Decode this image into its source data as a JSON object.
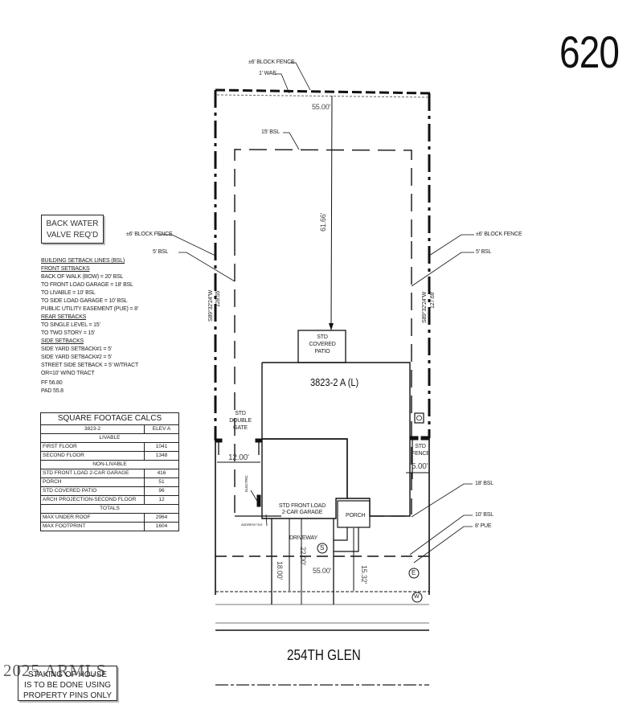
{
  "lot_number": "620",
  "street_name": "254TH GLEN",
  "house_plan_label": "3823-2 A (L)",
  "back_water_note": [
    "BACK WATER",
    "VALVE REQ'D"
  ],
  "setback_notes": [
    {
      "text": "BUILDING SETBACK LINES (BSL)",
      "underline": true
    },
    {
      "text": "FRONT SETBACKS",
      "underline": true
    },
    {
      "text": "BACK OF WALK (BOW) = 20' BSL",
      "underline": false
    },
    {
      "text": "TO FRONT LOAD GARAGE = 18' BSL",
      "underline": false
    },
    {
      "text": "TO LIVABLE = 10' BSL",
      "underline": false
    },
    {
      "text": "TO SIDE LOAD GARAGE = 10' BSL",
      "underline": false
    },
    {
      "text": "PUBLIC UTILITY EASEMENT (PUE) = 8'",
      "underline": false
    },
    {
      "text": "REAR SETBACKS",
      "underline": true
    },
    {
      "text": "TO SINGLE LEVEL = 15'",
      "underline": false
    },
    {
      "text": "TO TWO STORY    = 15'",
      "underline": false
    },
    {
      "text": "SIDE SETBACKS",
      "underline": true
    },
    {
      "text": "SIDE YARD SETBACK#1 = 5'",
      "underline": false
    },
    {
      "text": "SIDE YARD SETBACK#2 = 5'",
      "underline": false
    },
    {
      "text": "STREET SIDE SETBACK = 5' W/TRACT",
      "underline": false
    },
    {
      "text": "OR=10' W/NO TRACT",
      "underline": false
    }
  ],
  "elevations": {
    "ff": "FF 56.80",
    "pad": "PAD 55.8"
  },
  "square_footage": {
    "title": "SQUARE FOOTAGE CALCS",
    "plan": "3823-2",
    "elevation": "ELEV A",
    "sections": [
      {
        "heading": "LIVABLE",
        "rows": [
          {
            "label": "FIRST FLOOR",
            "value": "1041"
          },
          {
            "label": "SECOND FLOOR",
            "value": "1348"
          }
        ]
      },
      {
        "heading": "NON-LIVABLE",
        "rows": [
          {
            "label": "STD FRONT LOAD 2-CAR GARAGE",
            "value": "416"
          },
          {
            "label": "PORCH",
            "value": "51"
          },
          {
            "label": "STD COVERED PATIO",
            "value": "96"
          },
          {
            "label": "ARCH PROJECTION-SECOND FLOOR",
            "value": "12"
          }
        ]
      },
      {
        "heading": "TOTALS",
        "rows": [
          {
            "label": "MAX UNDER ROOF",
            "value": "2964"
          },
          {
            "label": "MAX FOOTPRINT",
            "value": "1604"
          }
        ]
      }
    ]
  },
  "callouts": {
    "top_block_fence": "±6' BLOCK FENCE",
    "wae": "1' WAE",
    "rear_bsl": "15' BSL",
    "left_block_fence": "±6' BLOCK FENCE",
    "left_bsl": "5' BSL",
    "right_block_fence": "±6' BLOCK FENCE",
    "right_bsl": "5' BSL",
    "front_bsl_18": "18' BSL",
    "front_bsl_10": "10' BSL",
    "pue": "8' PUE",
    "address_tile": "ADDRESS TILE",
    "electric": "ELECTRIC"
  },
  "labels": {
    "covered_patio": [
      "STD",
      "COVERED",
      "PATIO"
    ],
    "double_gate": [
      "STD",
      "DOUBLE",
      "GATE"
    ],
    "std_fence": [
      "STD",
      "FENCE"
    ],
    "garage": [
      "STD FRONT LOAD",
      "2-CAR GARAGE"
    ],
    "porch": "PORCH",
    "driveway": "DRIVEWAY",
    "sewer_symbol": "S",
    "electric_symbol": "E",
    "water_symbol": "W"
  },
  "dimensions": {
    "rear_width": "55.00'",
    "front_width": "55.00'",
    "rear_depth": "61.66'",
    "left_bearing": "S89°32'24\"W",
    "left_length": "128.55'",
    "right_bearing": "S89°32'24\"W",
    "right_length": "127.69'",
    "gate_width": "12.00'",
    "fence_offset": "5.00'",
    "driveway_18": "18.00'",
    "driveway_22": "22.00'",
    "porch_depth": "15.32'"
  },
  "pins_note": [
    "STAKING OF HOUSE",
    "IS TO BE DONE USING",
    "PROPERTY PINS ONLY"
  ],
  "watermark": "2025 ARMLS"
}
